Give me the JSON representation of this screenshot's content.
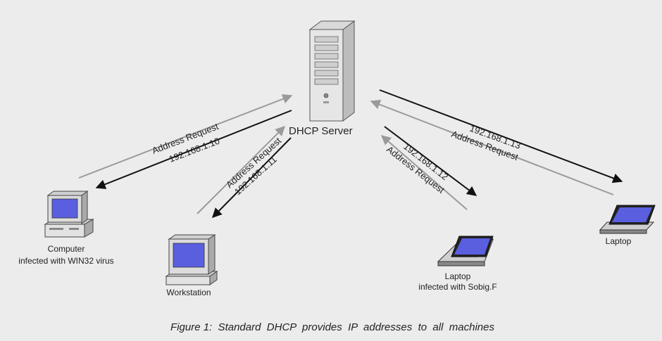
{
  "server": {
    "label": "DHCP Server"
  },
  "clients": [
    {
      "id": "computer",
      "label_line1": "Computer",
      "label_line2": "infected with WIN32 virus"
    },
    {
      "id": "workstation",
      "label_line1": "Workstation",
      "label_line2": ""
    },
    {
      "id": "laptop-sobig",
      "label_line1": "Laptop",
      "label_line2": "infected with Sobig.F"
    },
    {
      "id": "laptop",
      "label_line1": "Laptop",
      "label_line2": ""
    }
  ],
  "links": [
    {
      "request": "Address Request",
      "reply": "192.168.1.10"
    },
    {
      "request": "Address Request",
      "reply": "192.168.1.11"
    },
    {
      "request": "Address Request",
      "reply": "192.168.1.12"
    },
    {
      "request": "Address Request",
      "reply": "192.168.1.13"
    }
  ],
  "caption": "Figure 1:  Standard  DHCP  provides  IP  addresses  to  all  machines",
  "colors": {
    "background": "#ececec",
    "request_arrow": "#9a9a9a",
    "reply_arrow": "#111111",
    "screen": "#5a5fe0",
    "case": "#dcdcdc"
  }
}
